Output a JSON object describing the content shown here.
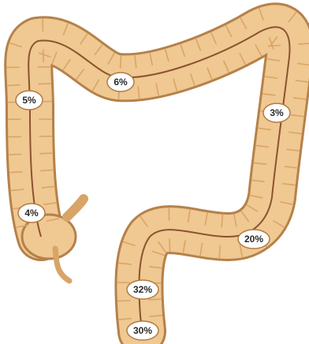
{
  "colors": {
    "colon_fill": "#f0c891",
    "colon_edge": "#b5814a",
    "colon_shade": "#d9a468",
    "center_line": "#8a5430",
    "label_fill": "#ffffff",
    "label_ring": "#b07c44"
  },
  "segments": {
    "cecum": {
      "percent": "4%"
    },
    "ascending_colon": {
      "percent": "5%"
    },
    "transverse_colon": {
      "percent": "6%"
    },
    "descending_colon": {
      "percent": "3%"
    },
    "sigmoid_colon": {
      "percent": "20%"
    },
    "rectosigmoid": {
      "percent": "32%"
    },
    "rectum": {
      "percent": "30%"
    }
  }
}
